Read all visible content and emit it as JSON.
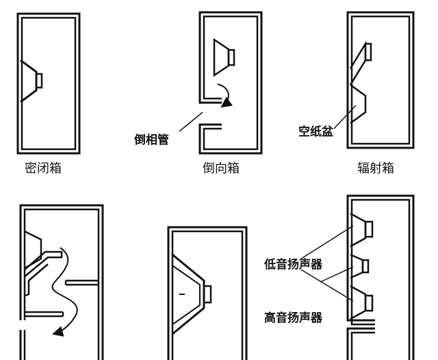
{
  "diagrams": {
    "sealed": {
      "caption": "密闭箱"
    },
    "bass_reflex": {
      "caption": "倒向箱",
      "port_label": "倒相管"
    },
    "passive_radiator": {
      "caption": "辐射箱",
      "radiator_label": "空纸盆"
    },
    "multi_driver": {
      "woofer_label": "低音扬声器",
      "tweeter_label": "高音扬声器"
    }
  }
}
